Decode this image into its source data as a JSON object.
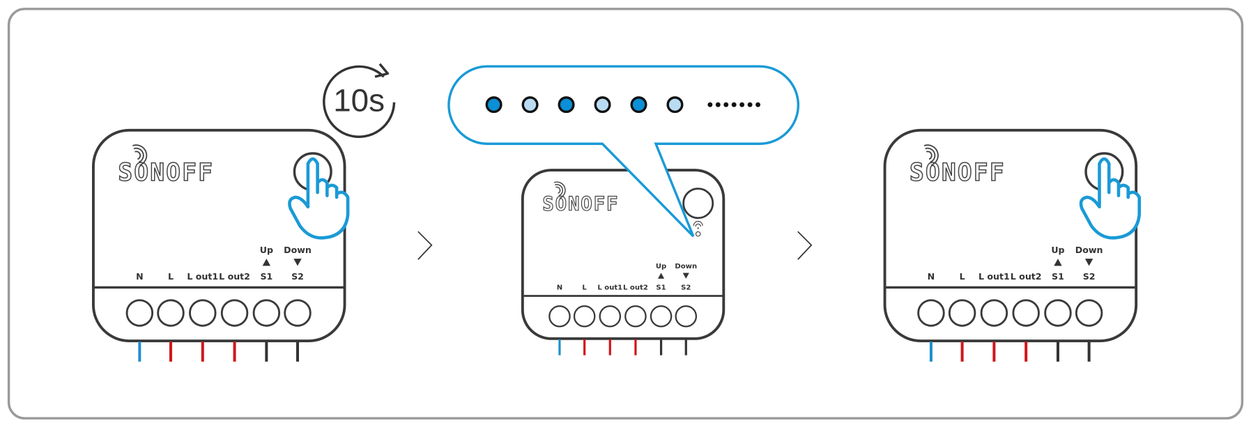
{
  "timer": {
    "label": "10s"
  },
  "logo": "SONOFF",
  "terminals": {
    "labels": [
      "N",
      "L",
      "L out1",
      "L out2",
      "S1",
      "S2"
    ],
    "up_label": "Up",
    "down_label": "Down",
    "wire_colors": [
      "#1e8fd0",
      "#d0161c",
      "#d0161c",
      "#d0161c",
      "#333333",
      "#333333"
    ]
  },
  "led_sequence": {
    "states": [
      "dark",
      "light",
      "dark",
      "light",
      "dark",
      "light"
    ],
    "colors": {
      "dark": "#0b8fd6",
      "light": "#b9dcf3"
    },
    "continuation_dots": 7
  },
  "colors": {
    "accent": "#1a9ad6",
    "device": "#3a3a3a",
    "frame": "#9a9a9a"
  }
}
